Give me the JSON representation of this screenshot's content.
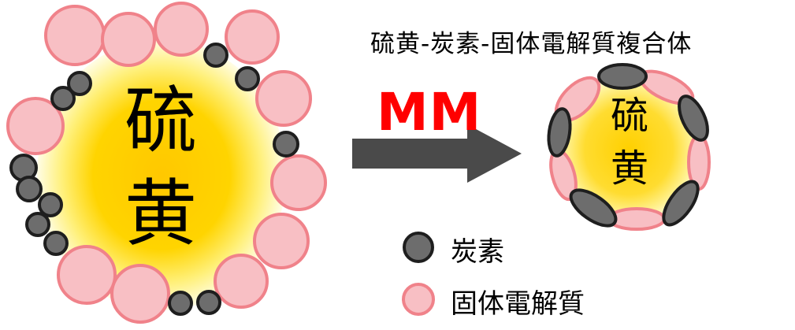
{
  "title": "硫黄-炭素-固体電解質複合体",
  "process_label": "MM",
  "large_particle": {
    "char_top": "硫",
    "char_bottom": "黄"
  },
  "small_particle": {
    "char_top": "硫",
    "char_bottom": "黄"
  },
  "legend": [
    {
      "label": "炭素",
      "icon": "carbon-particle-icon"
    },
    {
      "label": "固体電解質",
      "icon": "electrolyte-particle-icon"
    }
  ],
  "colors": {
    "electrolyte_fill": "#F8BFC4",
    "electrolyte_stroke": "#F0828A",
    "carbon_fill": "#6D6D6D",
    "carbon_stroke": "#1E1E1E",
    "sulfur_core": "#FFCC00",
    "sulfur_glow": "#FFF6A0",
    "arrow": "#4A4A4A",
    "process_label": "#FF0000"
  }
}
